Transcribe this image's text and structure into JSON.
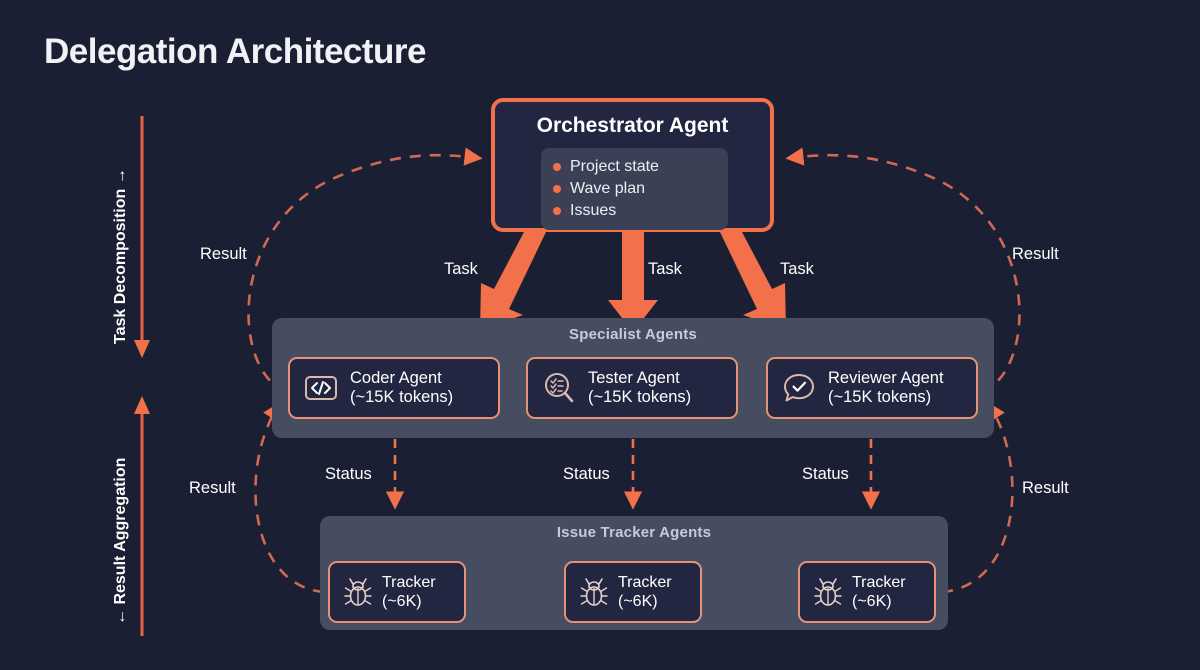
{
  "page": {
    "title": "Delegation Architecture",
    "background_color": "#1b1f33",
    "accent_color": "#f2714a"
  },
  "axes": {
    "top_label": "Task Decomposition →",
    "bottom_label": "← Result Aggregation"
  },
  "orchestrator": {
    "title": "Orchestrator Agent",
    "items": [
      {
        "label": "Project state"
      },
      {
        "label": "Wave plan"
      },
      {
        "label": "Issues"
      }
    ]
  },
  "specialists": {
    "title": "Specialist Agents",
    "cards": [
      {
        "icon": "code-icon",
        "line1": "Coder Agent",
        "line2": "(~15K tokens)"
      },
      {
        "icon": "test-search-icon",
        "line1": "Tester Agent",
        "line2": "(~15K tokens)"
      },
      {
        "icon": "review-check-icon",
        "line1": "Reviewer Agent",
        "line2": "(~15K tokens)"
      }
    ]
  },
  "trackers": {
    "title": "Issue Tracker Agents",
    "cards": [
      {
        "icon": "bug-icon",
        "line1": "Tracker",
        "line2": "(~6K)"
      },
      {
        "icon": "bug-icon",
        "line1": "Tracker",
        "line2": "(~6K)"
      },
      {
        "icon": "bug-icon",
        "line1": "Tracker",
        "line2": "(~6K)"
      }
    ]
  },
  "edges": {
    "task_left": "Task",
    "task_center": "Task",
    "task_right": "Task",
    "status_left": "Status",
    "status_center": "Status",
    "status_right": "Status",
    "result_top_left": "Result",
    "result_top_right": "Result",
    "result_bottom_left": "Result",
    "result_bottom_right": "Result"
  }
}
